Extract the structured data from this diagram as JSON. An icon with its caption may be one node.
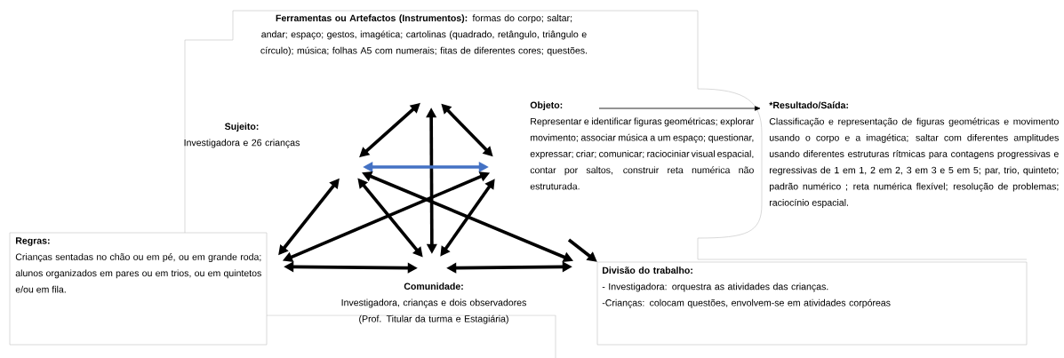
{
  "diagram": {
    "nodes": [
      {
        "text": [
          "**Ferramentas ou Artefactos (Instrumentos):** formas do corpo; saltar; andar; espaço; gestos, imagética; cartolinas (quadrado, retângulo, triângulo e círculo); música; folhas A5 com numerais; fitas de diferentes cores; questões."
        ]
      },
      {
        "text": [
          "Sujeito:",
          "Investigadora e 26 crianças"
        ]
      },
      {
        "text": [
          "Objeto:",
          "Representar e identificar figuras geométricas; explorar movimento; associar música a um espaço; questionar, expressar; criar; comunicar; raciociniar visual espacial, contar por saltos, construir reta numérica não estruturada."
        ]
      },
      {
        "text": [
          "*Resultado/Saída:",
          "Classificação e representação de figuras geométricas e movimento usando o corpo e a imagética; saltar com diferentes amplitudes usando diferentes estruturas rítmicas para contagens progressivas e regressivas de 1 em 1, 2 em 2, 3 em 3 e 5 em 5; par, trio, quinteto; padrão numérico ; reta numérica flexível; resolução de problemas; raciocínio espacial."
        ]
      },
      {
        "text": [
          "Regras:",
          "Crianças sentadas no chão ou em pé, ou em grande roda; alunos organizados em pares ou em trios, ou em quintetos e/ou em fila."
        ]
      },
      {
        "text": [
          "Comunidade:",
          "Investigadora, crianças e dois observadores (Prof. Titular da turma e Estagiária)"
        ]
      },
      {
        "text": [
          "Divisão do trabalho:",
          "- Investigadora: orquestra as atividades das crianças.",
          "-Crianças: colocam questões, envolvem-se em atividades corpóreas"
        ]
      }
    ],
    "edges": [
      {
        "from": 0,
        "to": 1,
        "arrow": "both"
      },
      {
        "from": 0,
        "to": 2,
        "arrow": "both"
      },
      {
        "from": 0,
        "to": 5,
        "arrow": "both"
      },
      {
        "from": 1,
        "to": 2,
        "arrow": "both",
        "color": "#4472c4"
      },
      {
        "from": 1,
        "to": 4,
        "arrow": "both"
      },
      {
        "from": 1,
        "to": 5,
        "arrow": "both"
      },
      {
        "from": 1,
        "to": 6,
        "arrow": "both"
      },
      {
        "from": 2,
        "to": 4,
        "arrow": "both"
      },
      {
        "from": 2,
        "to": 5,
        "arrow": "both"
      },
      {
        "from": null,
        "to": 6,
        "arrow": "to"
      },
      {
        "from": 4,
        "to": 5,
        "arrow": "both"
      },
      {
        "from": 5,
        "to": 6,
        "arrow": "both"
      },
      {
        "from": 2,
        "to": 3,
        "arrow": "to"
      }
    ]
  }
}
